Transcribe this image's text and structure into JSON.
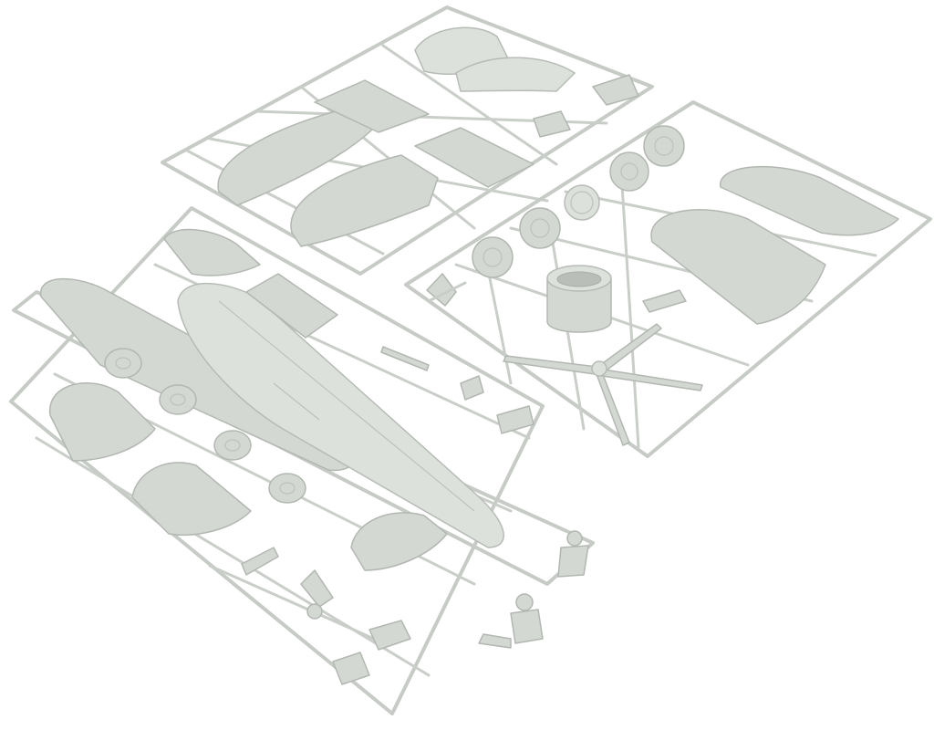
{
  "image": {
    "background": "#ffffff",
    "plastic_color": "#d3d8d2",
    "sprue_color": "#c6cbc6"
  },
  "sprues": [
    "fuselage-sprue",
    "wing-sprue",
    "engine-sprue"
  ]
}
